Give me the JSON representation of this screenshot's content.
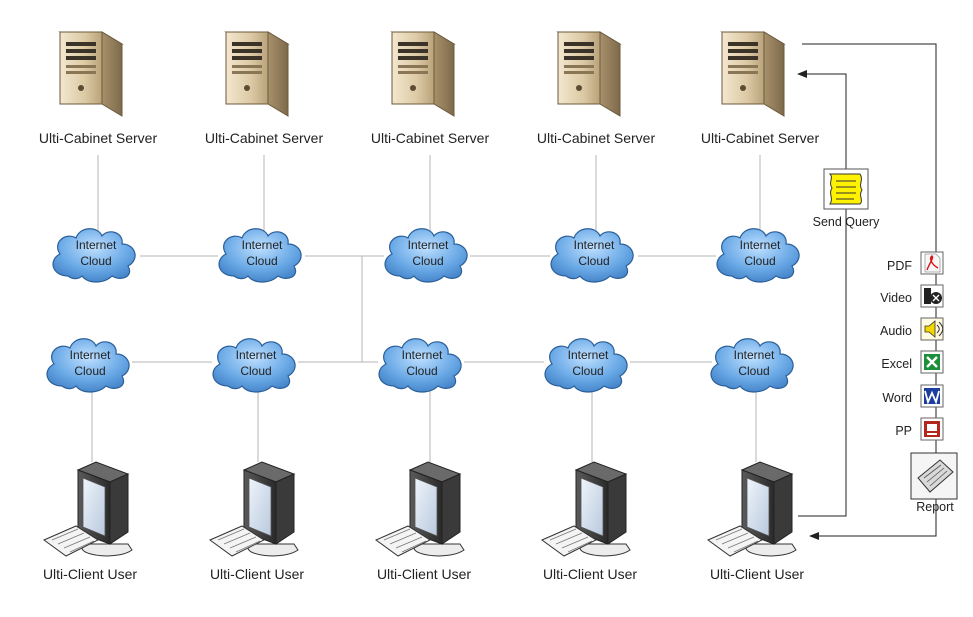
{
  "servers": [
    {
      "label": "Ulti-Cabinet Server"
    },
    {
      "label": "Ulti-Cabinet Server"
    },
    {
      "label": "Ulti-Cabinet Server"
    },
    {
      "label": "Ulti-Cabinet Server"
    },
    {
      "label": "Ulti-Cabinet Server"
    }
  ],
  "clouds_top": [
    {
      "line1": "Internet",
      "line2": "Cloud"
    },
    {
      "line1": "Internet",
      "line2": "Cloud"
    },
    {
      "line1": "Internet",
      "line2": "Cloud"
    },
    {
      "line1": "Internet",
      "line2": "Cloud"
    },
    {
      "line1": "Internet",
      "line2": "Cloud"
    }
  ],
  "clouds_bottom": [
    {
      "line1": "Internet",
      "line2": "Cloud"
    },
    {
      "line1": "Internet",
      "line2": "Cloud"
    },
    {
      "line1": "Internet",
      "line2": "Cloud"
    },
    {
      "line1": "Internet",
      "line2": "Cloud"
    },
    {
      "line1": "Internet",
      "line2": "Cloud"
    }
  ],
  "clients": [
    {
      "label": "Ulti-Client User"
    },
    {
      "label": "Ulti-Client User"
    },
    {
      "label": "Ulti-Client User"
    },
    {
      "label": "Ulti-Client User"
    },
    {
      "label": "Ulti-Client User"
    }
  ],
  "query": {
    "label": "Send Query"
  },
  "formats": [
    {
      "label": "PDF",
      "icon": "pdf-file-icon"
    },
    {
      "label": "Video",
      "icon": "video-file-icon"
    },
    {
      "label": "Audio",
      "icon": "audio-speaker-icon"
    },
    {
      "label": "Excel",
      "icon": "excel-file-icon"
    },
    {
      "label": "Word",
      "icon": "word-file-icon"
    },
    {
      "label": "PP",
      "icon": "powerpoint-file-icon"
    }
  ],
  "report": {
    "label": "Report"
  }
}
